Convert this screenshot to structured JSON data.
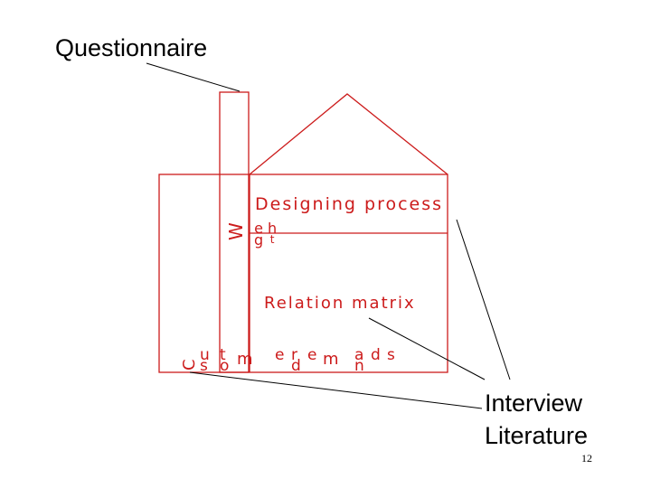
{
  "labels": {
    "questionnaire": "Questionnaire",
    "interview": "Interview",
    "literature": "Literature",
    "page_number": "12"
  },
  "house": {
    "roof_label": "Designing process",
    "body_label": "Relation matrix",
    "wall_label": "Weight",
    "wall_label_vertical": "W",
    "floor_label": "Customer demands",
    "color": "#cc1b1b"
  },
  "colors": {
    "red": "#cc1b1b",
    "black": "#000000"
  }
}
